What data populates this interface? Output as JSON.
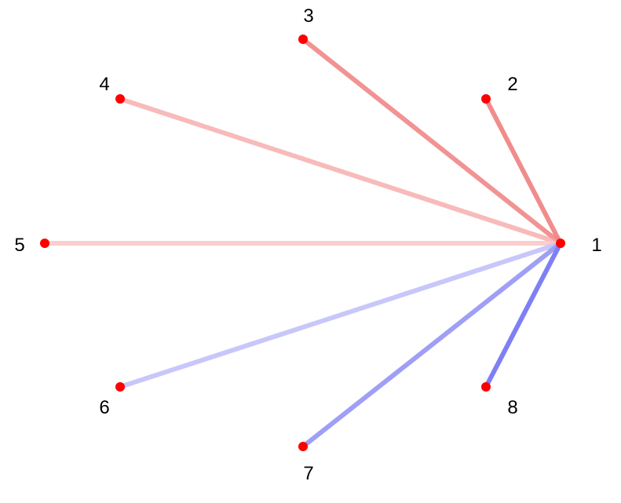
{
  "diagram": {
    "type": "star-graph",
    "node_color": "#ff0000",
    "center_node": "1",
    "nodes": [
      "1",
      "2",
      "3",
      "4",
      "5",
      "6",
      "7",
      "8"
    ],
    "edges": [
      {
        "from": "1",
        "to": "2",
        "color": "#f08080",
        "opacity": 0.9
      },
      {
        "from": "1",
        "to": "3",
        "color": "#f08080",
        "opacity": 0.85
      },
      {
        "from": "1",
        "to": "4",
        "color": "#f5a3a3",
        "opacity": 0.75
      },
      {
        "from": "1",
        "to": "5",
        "color": "#fbc4c4",
        "opacity": 0.85
      },
      {
        "from": "1",
        "to": "6",
        "color": "#c4c4fb",
        "opacity": 0.95
      },
      {
        "from": "1",
        "to": "7",
        "color": "#9a9af5",
        "opacity": 0.95
      },
      {
        "from": "1",
        "to": "8",
        "color": "#7f7ff5",
        "opacity": 1.0
      }
    ]
  }
}
